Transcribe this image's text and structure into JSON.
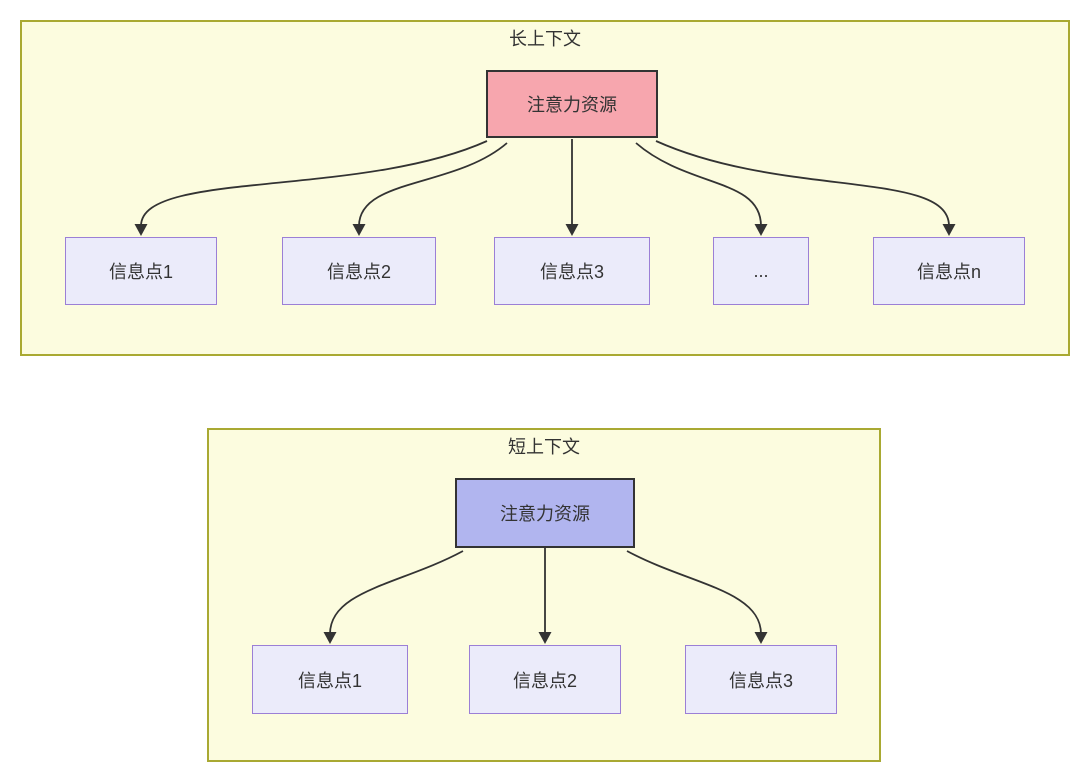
{
  "diagram": {
    "long_context": {
      "title": "长上下文",
      "source_label": "注意力资源",
      "targets": [
        "信息点1",
        "信息点2",
        "信息点3",
        "...",
        "信息点n"
      ]
    },
    "short_context": {
      "title": "短上下文",
      "source_label": "注意力资源",
      "targets": [
        "信息点1",
        "信息点2",
        "信息点3"
      ]
    },
    "colors": {
      "container_fill": "#fcfcdf",
      "container_border": "#a9a932",
      "long_source_fill": "#f7a6ae",
      "short_source_fill": "#b1b5ef",
      "target_fill": "#ebebfa",
      "target_border": "#9b7fd6",
      "arrow": "#333333",
      "text": "#333333"
    }
  }
}
